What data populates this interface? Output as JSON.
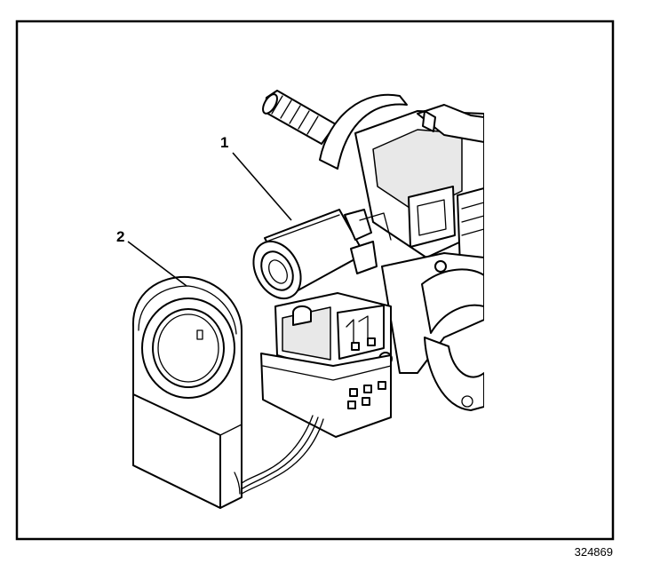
{
  "callouts": {
    "one": "1",
    "two": "2"
  },
  "figure_id": "324869"
}
